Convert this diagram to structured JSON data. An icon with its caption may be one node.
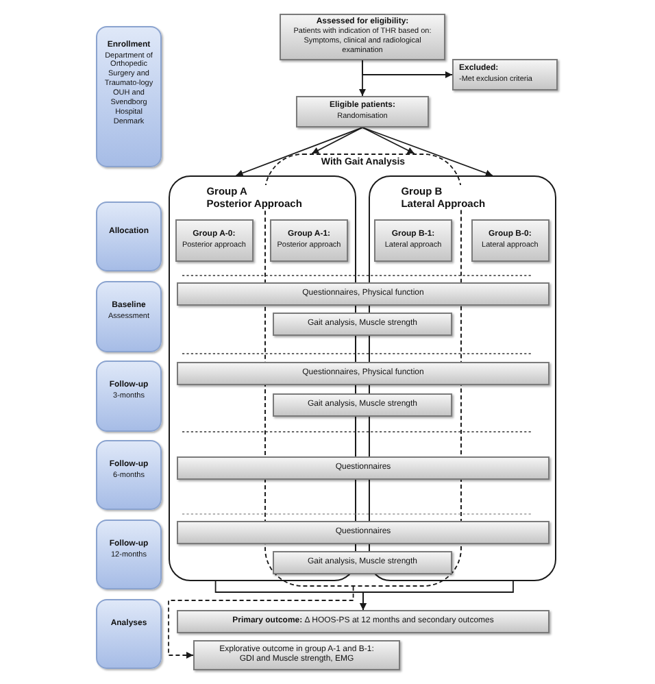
{
  "diagram": {
    "nodes": [
      {
        "text": [
          "Enrollment",
          "Department of Orthopedic Surgery and Traumato-logy OUH and Svendborg Hospital Denmark"
        ]
      },
      {
        "text": [
          "Assessed for eligibility:",
          "Patients with indication of THR based on: Symptoms, clinical and radiological examination"
        ]
      },
      {
        "text": [
          "Excluded:",
          "-Met exclusion criteria"
        ]
      },
      {
        "text": [
          "Eligible patients:",
          "Randomisation"
        ]
      },
      {
        "text": [
          "With Gait Analysis"
        ]
      },
      {
        "text": [
          "Group A Posterior Approach"
        ]
      },
      {
        "text": [
          "Group B Lateral Approach"
        ]
      },
      {
        "text": [
          "Allocation"
        ]
      },
      {
        "text": [
          "Group A-0:",
          "Posterior approach"
        ],
        "in": 5
      },
      {
        "text": [
          "Group A-1:",
          "Posterior approach"
        ]
      },
      {
        "text": [
          "Group B-1:",
          "Lateral approach"
        ]
      },
      {
        "text": [
          "Group B-0:",
          "Lateral approach"
        ],
        "in": 6
      },
      {
        "text": [
          "Baseline",
          "Assessment"
        ]
      },
      {
        "text": [
          "Questionnaires, Physical function"
        ]
      },
      {
        "text": [
          "Gait analysis, Muscle strength"
        ],
        "in": 4
      },
      {
        "text": [
          "Follow-up",
          "3-months"
        ]
      },
      {
        "text": [
          "Questionnaires, Physical function"
        ]
      },
      {
        "text": [
          "Gait analysis, Muscle strength"
        ],
        "in": 4
      },
      {
        "text": [
          "Follow-up",
          "6-months"
        ]
      },
      {
        "text": [
          "Questionnaires"
        ]
      },
      {
        "text": [
          "Follow-up",
          "12-months"
        ]
      },
      {
        "text": [
          "Questionnaires"
        ]
      },
      {
        "text": [
          "Gait analysis, Muscle strength"
        ],
        "in": 4
      },
      {
        "text": [
          "Analyses"
        ]
      },
      {
        "text": [
          "**Primary outcome:** Δ HOOS-PS at 12 months and secondary outcomes"
        ]
      },
      {
        "text": [
          "Explorative outcome in group A-1 and B-1: GDI and Muscle strength, EMG"
        ]
      }
    ],
    "edges": [
      {
        "from": 1,
        "to": 3,
        "arrow": "to"
      },
      {
        "from": 1,
        "to": 2,
        "arrow": "to"
      },
      {
        "from": 3,
        "to": 5,
        "arrow": "to"
      },
      {
        "from": 3,
        "to": 4,
        "arrow": "to"
      },
      {
        "from": 3,
        "to": 4,
        "arrow": "to"
      },
      {
        "from": 3,
        "to": 6,
        "arrow": "to"
      },
      {
        "from": 5,
        "to": 24,
        "arrow": "to"
      },
      {
        "from": 6,
        "to": 24,
        "arrow": "to"
      },
      {
        "from": 4,
        "to": 25,
        "arrow": "to",
        "style": "dashed"
      }
    ]
  }
}
